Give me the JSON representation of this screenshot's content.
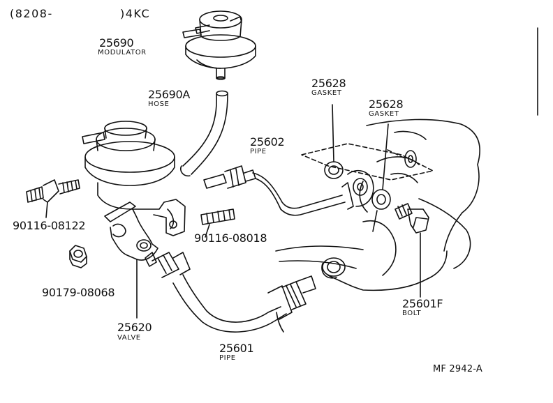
{
  "header": {
    "range": "(8208-",
    "engine": ")4KC"
  },
  "callouts": [
    {
      "key": "modulator",
      "part_no": "25690",
      "name": "MODULATOR"
    },
    {
      "key": "hose",
      "part_no": "25690A",
      "name": "HOSE"
    },
    {
      "key": "gasket-a",
      "part_no": "25628",
      "name": "GASKET"
    },
    {
      "key": "gasket-b",
      "part_no": "25628",
      "name": "GASKET"
    },
    {
      "key": "pipe-upper",
      "part_no": "25602",
      "name": "PIPE"
    },
    {
      "key": "stud-a",
      "part_no": "90116-08122"
    },
    {
      "key": "stud-b",
      "part_no": "90116-08018"
    },
    {
      "key": "nut",
      "part_no": "90179-08068"
    },
    {
      "key": "valve",
      "part_no": "25620",
      "name": "VALVE"
    },
    {
      "key": "pipe-lower",
      "part_no": "25601",
      "name": "PIPE"
    },
    {
      "key": "bolt",
      "part_no": "25601F",
      "name": "BOLT"
    }
  ],
  "figure_ref": "MF 2942-A",
  "colors": {
    "ink": "#111111",
    "paper": "#ffffff"
  }
}
